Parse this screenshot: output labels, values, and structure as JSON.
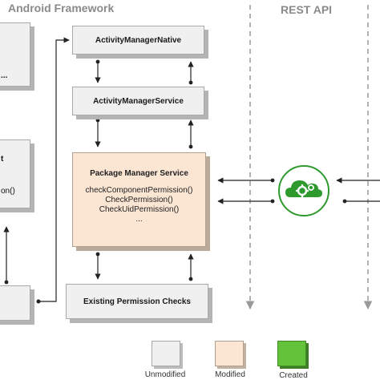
{
  "headers": {
    "android_framework": "Android Framework",
    "rest_api": "REST API"
  },
  "boxes": {
    "activity_manager_native": "ActivityManagerNative",
    "activity_manager_service": "ActivityManagerService",
    "package_manager_service": {
      "title": "Package Manager Service",
      "methods": [
        "checkComponentPermission()",
        "CheckPermission()",
        "CheckUidPermission()",
        "..."
      ]
    },
    "existing_permission_checks": "Existing Permission Checks"
  },
  "left_partial": {
    "dots": "...",
    "t": "t",
    "on": "on()"
  },
  "legend": {
    "unmodified": "Unmodified",
    "modified": "Modified",
    "created": "Created"
  },
  "colors": {
    "unmodified": "#f0f0f0",
    "modified": "#fbe5d3",
    "created": "#63c13a",
    "cloud": "#2e9a2e"
  },
  "icons": {
    "cloud": "cloud-gear-icon"
  }
}
